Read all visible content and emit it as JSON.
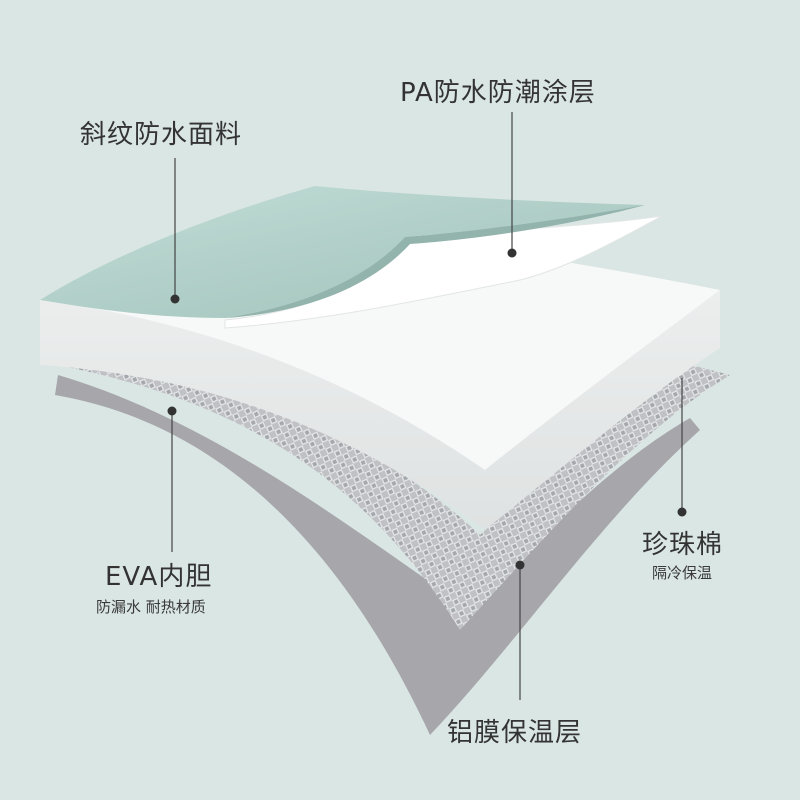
{
  "colors": {
    "background": "#dae6e3",
    "fabric": "#b3d0ca",
    "shadow_grey": "#a7a6ab",
    "foam": "#f7f8f8",
    "foil": "#c4c6c9",
    "leader": "#444444"
  },
  "labels": {
    "twill_fabric": "斜纹防水面料",
    "pa_coating": "PA防水防潮涂层",
    "eva_liner": "EVA内胆",
    "eva_liner_sub": "防漏水 耐热材质",
    "pearl_cotton": "珍珠棉",
    "pearl_cotton_sub": "隔冷保温",
    "aluminum_film": "铝膜保温层"
  }
}
